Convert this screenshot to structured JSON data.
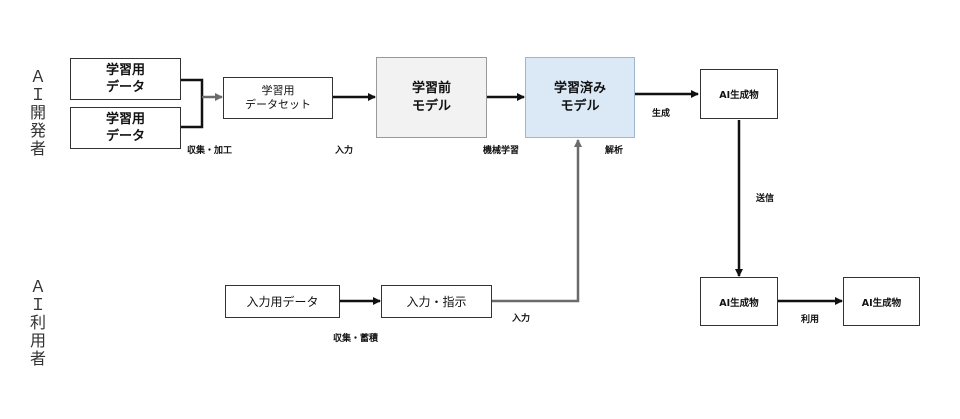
{
  "roles": {
    "developer": [
      "Ａ",
      "Ｉ",
      "開",
      "発",
      "者"
    ],
    "user": [
      "Ａ",
      "Ｉ",
      "利",
      "用",
      "者"
    ]
  },
  "boxes": {
    "training_data_1": "学習用\nデータ",
    "training_data_2": "学習用\nデータ",
    "training_dataset": "学習用\nデータセット",
    "pre_training_model": "学習前\nモデル",
    "trained_model": "学習済み\nモデル",
    "ai_output_1": "AI生成物",
    "ai_output_2": "AI生成物",
    "ai_output_3": "AI生成物",
    "input_data": "入力用データ",
    "input_instruction": "入力・指示"
  },
  "labels": {
    "collect_process": "収集・加工",
    "input_1": "入力",
    "machine_learning": "機械学習",
    "analysis": "解析",
    "generate": "生成",
    "send": "送信",
    "use": "利用",
    "collect_store": "収集・蓄積",
    "input_2": "入力"
  },
  "colors": {
    "pre_model_fill": "#f2f2f2",
    "trained_model_fill": "#dbe9f6",
    "trained_model_border": "#9fb7cc",
    "arrow_dark": "#111111",
    "arrow_gray": "#6b6b6b"
  }
}
